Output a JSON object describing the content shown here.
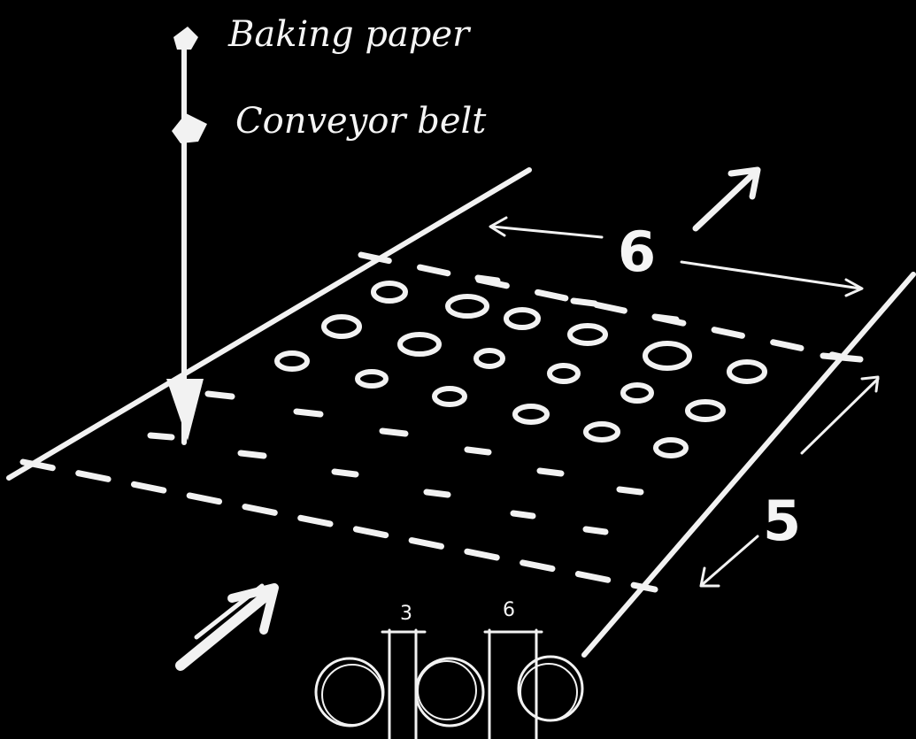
{
  "labels": {
    "baking_paper": "Baking paper",
    "conveyor_belt": "Conveyor belt",
    "count_across": "6",
    "count_along": "5",
    "circle_note_a": "3",
    "circle_note_b": "6"
  },
  "colors": {
    "background": "#000000",
    "chalk": "#f2f2f2"
  },
  "grid": {
    "rows": 5,
    "columns": 6
  }
}
